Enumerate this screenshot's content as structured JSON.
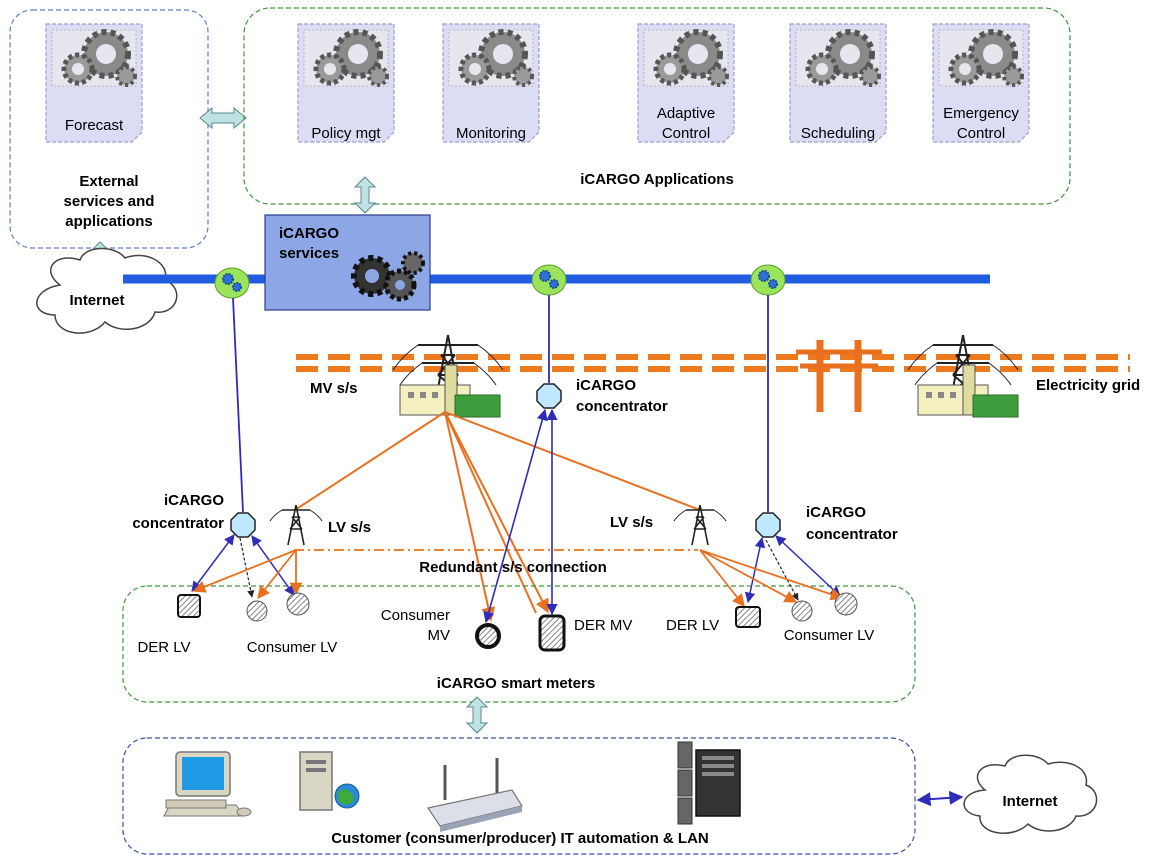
{
  "external": {
    "forecast": "Forecast",
    "title_lines": [
      "External",
      "services and",
      "applications"
    ]
  },
  "applications": {
    "title": "iCARGO Applications",
    "items": [
      {
        "lines": [
          "Policy mgt"
        ]
      },
      {
        "lines": [
          "Monitoring"
        ]
      },
      {
        "lines": [
          "Adaptive",
          "Control"
        ]
      },
      {
        "lines": [
          "Scheduling"
        ]
      },
      {
        "lines": [
          "Emergency",
          "Control"
        ]
      }
    ]
  },
  "services": {
    "lines": [
      "iCARGO",
      "services"
    ]
  },
  "internet_left": "Internet",
  "internet_right": "Internet",
  "grid": {
    "mv_ss": "MV s/s",
    "electricity_grid": "Electricity grid",
    "concentrator_center": [
      "iCARGO",
      "concentrator"
    ],
    "concentrator_left": [
      "iCARGO",
      "concentrator"
    ],
    "concentrator_right": [
      "iCARGO",
      "concentrator"
    ],
    "lv_ss_left": "LV s/s",
    "lv_ss_right": "LV s/s",
    "redundant": "Redundant s/s connection"
  },
  "meters": {
    "title": "iCARGO smart meters",
    "der_lv_left": "DER LV",
    "consumer_lv_left": "Consumer LV",
    "consumer_mv": [
      "Consumer",
      "MV"
    ],
    "der_mv": "DER MV",
    "der_lv_right": "DER LV",
    "consumer_lv_right": "Consumer LV"
  },
  "customer": {
    "title": "Customer (consumer/producer) IT automation & LAN"
  },
  "colors": {
    "bus": "#1f5ce0",
    "link_blue": "#2d2db8",
    "link_orange": "#e8701f",
    "app_fill": "#dcdcf5",
    "services_fill": "#8da6e6",
    "double_arrow": "#bfe3e3"
  }
}
